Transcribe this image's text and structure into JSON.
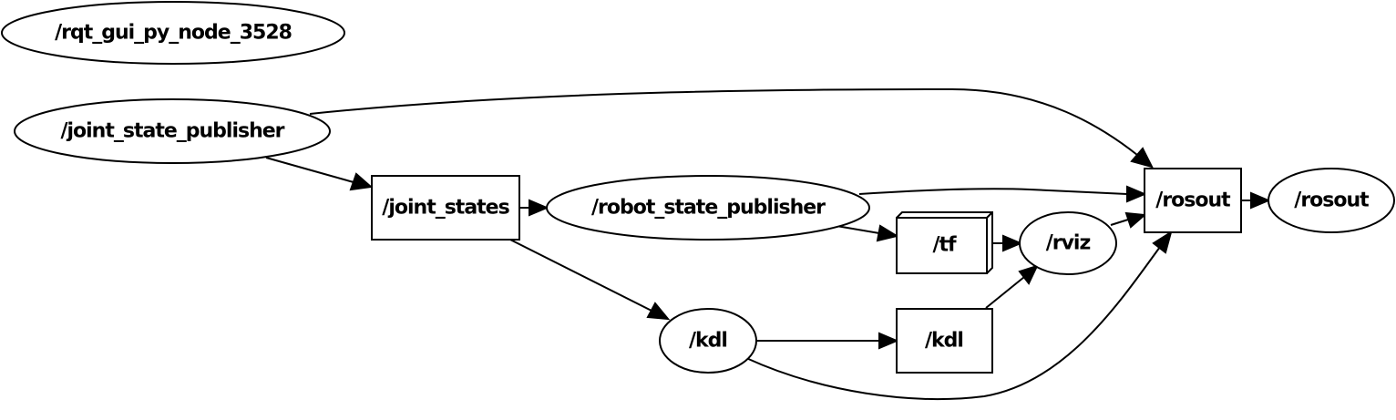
{
  "nodes": {
    "rqt_gui_py_node": {
      "label": "/rqt_gui_py_node_3528",
      "shape": "ellipse"
    },
    "joint_state_publisher": {
      "label": "/joint_state_publisher",
      "shape": "ellipse"
    },
    "joint_states": {
      "label": "/joint_states",
      "shape": "box"
    },
    "robot_state_publisher": {
      "label": "/robot_state_publisher",
      "shape": "ellipse"
    },
    "tf": {
      "label": "/tf",
      "shape": "box3d"
    },
    "rviz": {
      "label": "/rviz",
      "shape": "ellipse"
    },
    "kdl_node": {
      "label": "/kdl",
      "shape": "ellipse"
    },
    "kdl_topic": {
      "label": "/kdl",
      "shape": "box"
    },
    "rosout_topic": {
      "label": "/rosout",
      "shape": "box"
    },
    "rosout_node": {
      "label": "/rosout",
      "shape": "ellipse"
    }
  },
  "edges": [
    {
      "from": "joint_state_publisher",
      "to": "joint_states"
    },
    {
      "from": "joint_state_publisher",
      "to": "rosout_topic"
    },
    {
      "from": "joint_states",
      "to": "robot_state_publisher"
    },
    {
      "from": "joint_states",
      "to": "kdl_node"
    },
    {
      "from": "robot_state_publisher",
      "to": "rosout_topic"
    },
    {
      "from": "robot_state_publisher",
      "to": "tf"
    },
    {
      "from": "tf",
      "to": "rviz"
    },
    {
      "from": "rviz",
      "to": "rosout_topic"
    },
    {
      "from": "kdl_node",
      "to": "kdl_topic"
    },
    {
      "from": "kdl_node",
      "to": "rosout_topic"
    },
    {
      "from": "kdl_topic",
      "to": "rviz"
    },
    {
      "from": "rosout_topic",
      "to": "rosout_node"
    }
  ],
  "colors": {
    "stroke": "#000000",
    "fill": "#ffffff",
    "text": "#000000"
  }
}
